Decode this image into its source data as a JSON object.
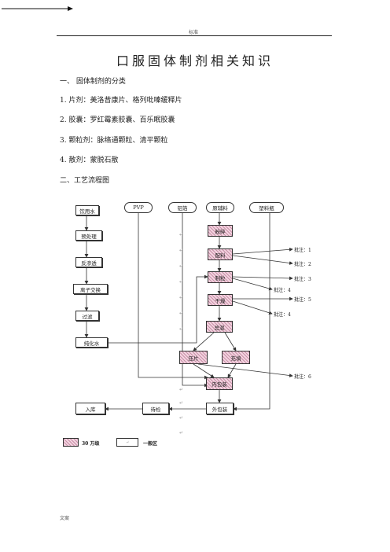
{
  "header": {
    "label": "标准"
  },
  "footer": {
    "label": "文案"
  },
  "title": "口服固体制剂相关知识",
  "sections": {
    "classification_heading": "一、  固体制剂的分类",
    "items": [
      "1. 片剂：美洛昔康片、格列吡嗪缓释片",
      "2. 胶囊：罗红霉素胶囊、百乐眠胶囊",
      "3. 颗粒剂：脉络通颗粒、清平颗粒",
      "4. 散剂：蒙脱石散"
    ],
    "process_heading": "二、工艺流程图"
  },
  "flowchart": {
    "water": [
      "饮用水",
      "预处理",
      "反渗透",
      "离子交换",
      "过滤",
      "纯化水"
    ],
    "top": {
      "pvp": "PVP",
      "aluminum": "铝箔",
      "raw": "原辅料",
      "plastic": "塑料瓶"
    },
    "process": {
      "crush": "粉碎",
      "weigh": "配料",
      "granulate": "制粒",
      "dry": "干燥",
      "mix": "总混",
      "tablet": "压片",
      "capsule": "充填",
      "inner_pack": "内包装",
      "outer_pack": "外包装",
      "inspect": "待检",
      "storage": "入库"
    },
    "notes": [
      "批注：1",
      "批注：2",
      "批注：3",
      "批注：4",
      "批注：5",
      "批注：4",
      "批注：6"
    ],
    "legend": {
      "clean_area": "30 万级",
      "general_area": "一般区"
    },
    "colors": {
      "clean_fill": "#f3d4e0",
      "clean_hatch": "#c890a8",
      "line": "#333333"
    }
  }
}
